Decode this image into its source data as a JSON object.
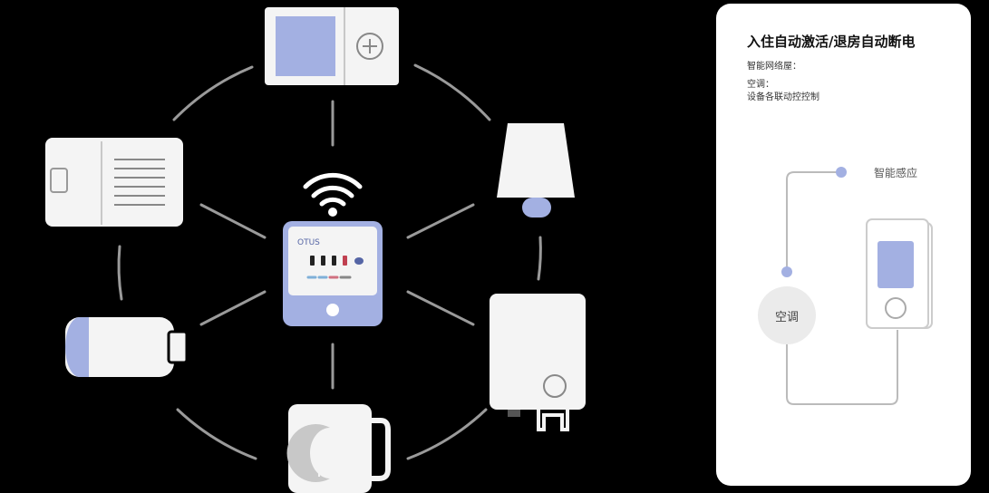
{
  "panel": {
    "title": "入住自动激活/退房自动断电",
    "line1": "智能网络屋：",
    "line2": "空调：",
    "line3": "设备各联动控控制",
    "flow_label": "智能感应",
    "ac_label": "空调"
  },
  "hub": {
    "screen_label": "OTUS"
  },
  "colors": {
    "accent": "#a3b0e2",
    "stroke": "#9a9a9a",
    "device_white": "#f4f4f4"
  },
  "icons": [
    "wifi-icon",
    "add-icon",
    "lamp-icon",
    "battery-icon",
    "mug-icon",
    "router-icon",
    "thermostat-icon"
  ]
}
